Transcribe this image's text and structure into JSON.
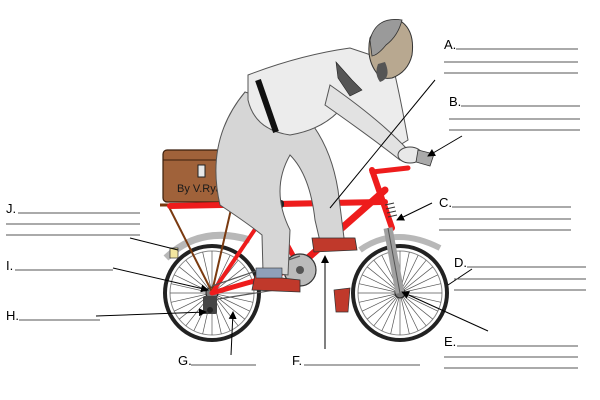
{
  "labels": {
    "A": "A.",
    "B": "B.",
    "C": "C.",
    "D": "D.",
    "E": "E.",
    "F": "F.",
    "G": "G.",
    "H": "H.",
    "I": "I.",
    "J": "J."
  },
  "bag_text": "By V.Ryan",
  "colors": {
    "frame": "#ee1c1c",
    "bag": "#a0623a",
    "shirt": "#ececec",
    "trousers": "#d6d6d6",
    "fender": "#b8b8b8",
    "fork": "#a0a0a0",
    "mudflap": "#c0392b"
  }
}
